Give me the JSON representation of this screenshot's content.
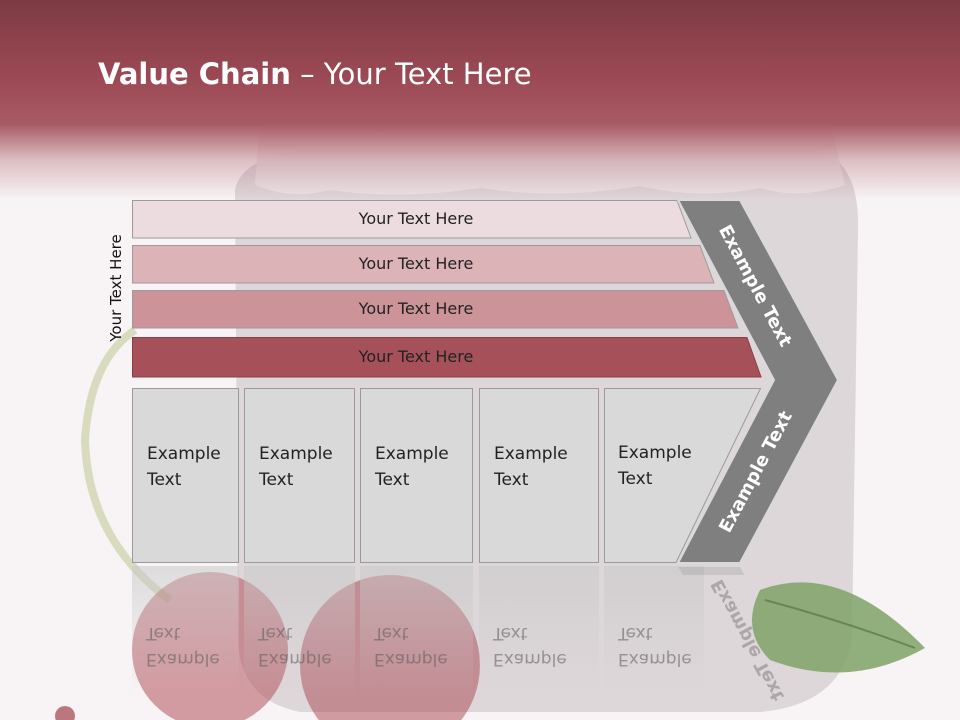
{
  "title": {
    "bold": "Value Chain",
    "rest": " – Your Text Here"
  },
  "side_label": "Your Text Here",
  "rows": [
    {
      "label": "Your Text Here",
      "color": "#eddcdf"
    },
    {
      "label": "Your Text Here",
      "color": "#dcb4b8"
    },
    {
      "label": "Your Text Here",
      "color": "#cc9499"
    },
    {
      "label": "Your Text Here",
      "color": "#a65159"
    }
  ],
  "columns": [
    {
      "line1": "Example",
      "line2": "Text"
    },
    {
      "line1": "Example",
      "line2": "Text"
    },
    {
      "line1": "Example",
      "line2": "Text"
    },
    {
      "line1": "Example",
      "line2": "Text"
    },
    {
      "line1": "Example",
      "line2": "Text"
    }
  ],
  "chevron": {
    "upper_text": "Example Text",
    "lower_text": "Example Text",
    "color": "#7f7f7f"
  }
}
